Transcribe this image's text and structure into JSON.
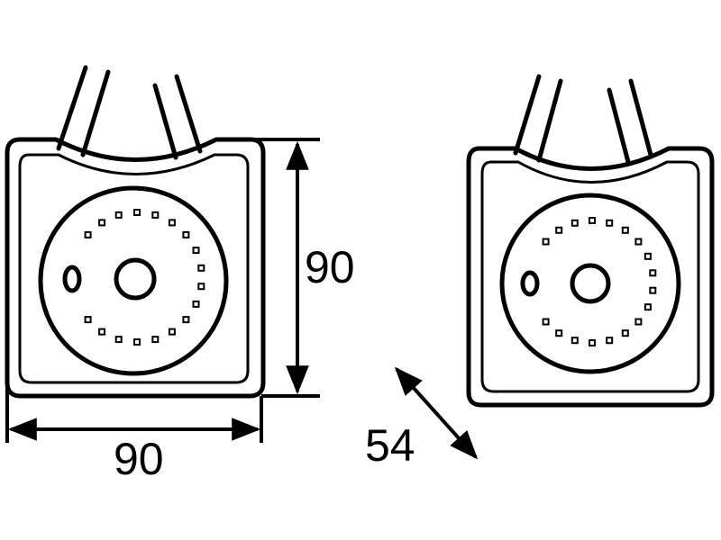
{
  "dimensions": {
    "height": "90",
    "width": "90",
    "depth": "54"
  }
}
